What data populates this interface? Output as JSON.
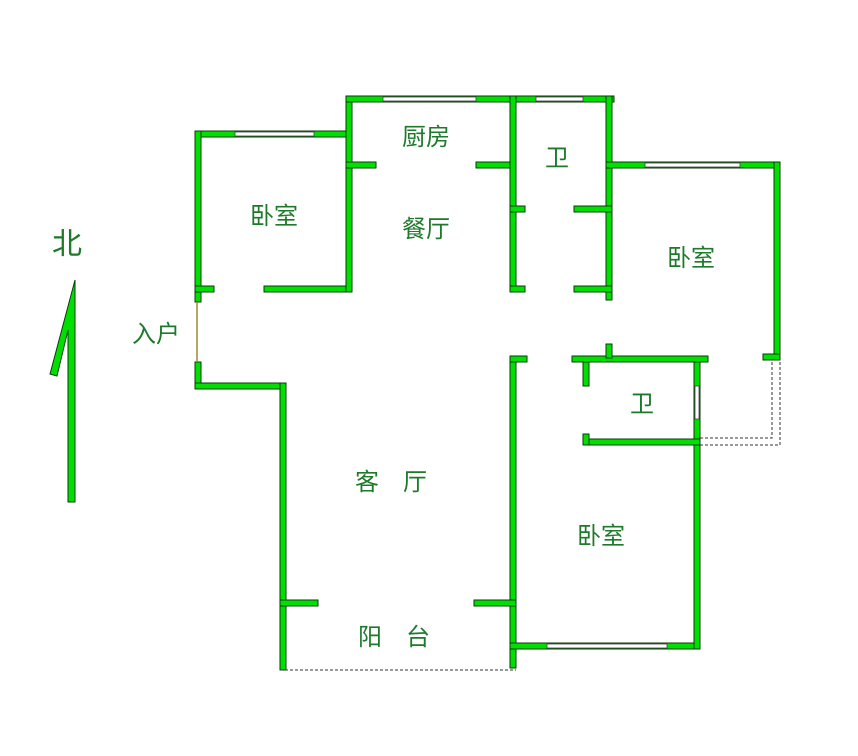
{
  "colors": {
    "wall": "#00e000",
    "label": "#1e7a2a",
    "entrance_line": "#9a8a30"
  },
  "compass": {
    "label": "北",
    "icon": "north-arrow-icon"
  },
  "rooms": {
    "bedroom_nw": "卧室",
    "kitchen": "厨房",
    "dining": "餐厅",
    "bath_north": "卫",
    "bedroom_ne": "卧室",
    "entrance": "入户",
    "living": "客　厅",
    "bath_east": "卫",
    "bedroom_se": "卧室",
    "balcony": "阳　台"
  }
}
